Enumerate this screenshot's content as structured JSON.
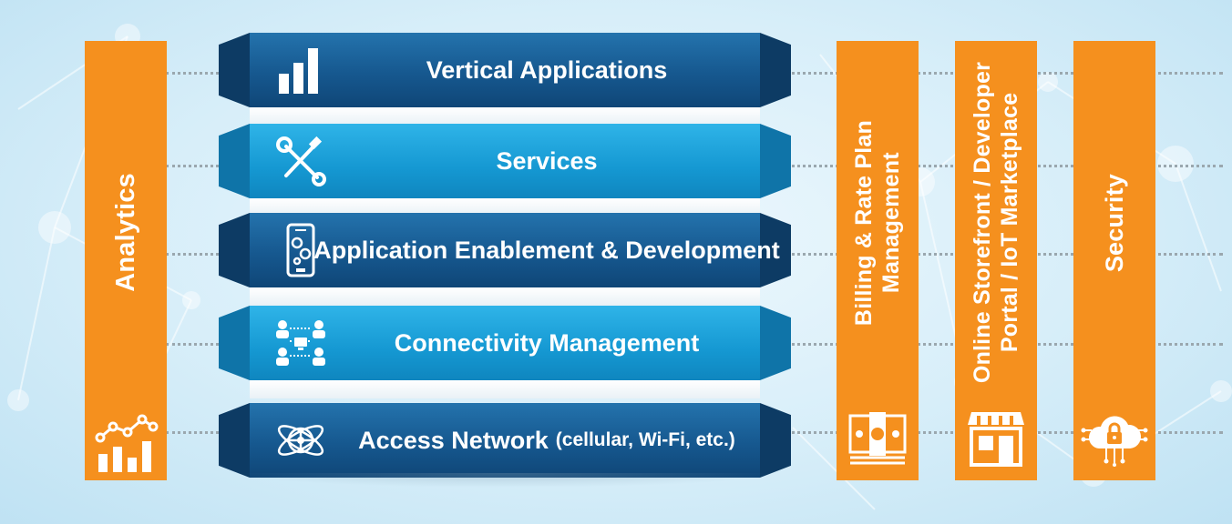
{
  "layers": [
    {
      "label": "Vertical Applications",
      "icon": "bar-chart-icon"
    },
    {
      "label": "Services",
      "icon": "wrench-screwdriver-icon"
    },
    {
      "label": "Application Enablement & Development",
      "icon": "smartphone-gears-icon"
    },
    {
      "label": "Connectivity Management",
      "icon": "connected-users-icon"
    },
    {
      "label": "Access Network",
      "label_suffix": "(cellular, Wi-Fi, etc.)",
      "icon": "globe-network-icon"
    }
  ],
  "pillars": {
    "analytics": {
      "label": "Analytics",
      "icon": "analytics-chart-icon"
    },
    "billing": {
      "line1": "Billing & Rate Plan",
      "line2": "Management",
      "icon": "money-icon"
    },
    "storefront": {
      "line1": "Online Storefront / Developer",
      "line2": "Portal / IoT Marketplace",
      "icon": "storefront-icon"
    },
    "security": {
      "label": "Security",
      "icon": "cloud-lock-icon"
    }
  },
  "colors": {
    "pillar_orange": "#f5901e",
    "layer_dark_blue": "#16588f",
    "layer_light_blue": "#1598d2",
    "background": "#d7eef9"
  }
}
